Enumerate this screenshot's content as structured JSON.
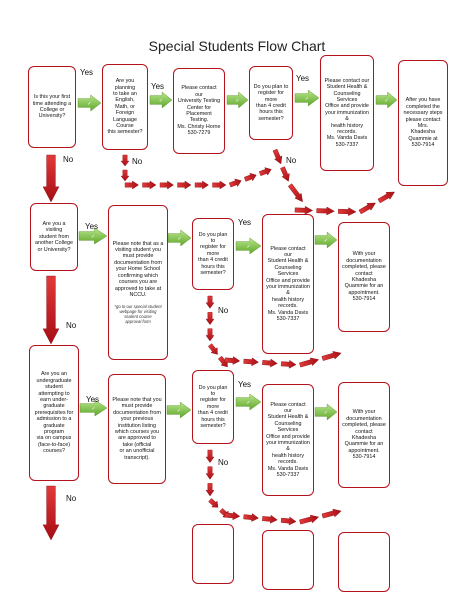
{
  "title": "Special Students Flow Chart",
  "labels": {
    "yes": "Yes",
    "no": "No"
  },
  "colors": {
    "box_border": "#b5121b",
    "yes_arrow": "#7cc142",
    "no_arrow": "#c8141e"
  },
  "nodes": {
    "q_first_time": "Is this your first\ntime attending a\nCollege or\nUniversity?",
    "q_english_math": "Are you planning\nto take an English,\nMath, or Foreign\nLanguage Course\nthis semester?",
    "contact_testing": "Please contact our\nUniversity Testing\nCenter for\nPlacement Testing.\nMs. Christy Horne\n530-7279",
    "q_credits_1": "Do you plan to\nregister for more\nthan 4 credit\nhours this\nsemester?",
    "contact_health_1": "Please contact our\nStudent Health &\nCounseling Services\nOffice and provide\nyour immunization &\nhealth history\nrecords.\nMs. Vanda Davis\n530-7337",
    "after_completed": "After you have\ncompleted the\nnecessary steps\nplease contact\nMrs.\nKhadesha\nQuammie at\n530-7914",
    "q_visiting": "Are you a visiting\nstudent from\nanother College\nor University?",
    "note_visiting": "Please note that as a\nvisiting student you\nmust provide\ndocumentation from\nyour Home School\nconfirming which\ncourses you are\napproved to take at\nNCCU.",
    "note_visiting_sub": "*go to our special student\nwebpage for visiting\nstudent course\napproval form",
    "q_credits_2": "Do you plan to\nregister for more\nthan 4 credit\nhours this\nsemester?",
    "contact_health_2": "Please contact our\nStudent Health &\nCounseling Services\nOffice and provide\nyour immunization &\nhealth history\nrecords.\nMs. Vanda Davis\n530-7337",
    "with_docs_2": "With your\ndocumentation\ncompleted, please\ncontact\nKhadesha\nQuammie for an\nappointment.\n530-7914",
    "q_undergrad": "Are you an\nundergraduate\nstudent\nattempting to\nearn under-\ngraduate\nprerequisites for\nadmission to a\ngraduate program\nvia on campus\n(face-to-face)\ncourses?",
    "note_undergrad": "Please note that you\nmust provide\ndocumentation from\nyour previous\ninstitution listing\nwhich courses you\nare approved to\ntake (official\nor an unofficial\ntranscript).",
    "q_credits_3": "Do you plan to\nregister for more\nthan 4 credit\nhours this\nsemester?",
    "contact_health_3": "Please contact our\nStudent Health &\nCounseling Services\nOffice and provide\nyour immunization &\nhealth history\nrecords.\nMs. Vanda Davis\n530-7337",
    "with_docs_3": "With your\ndocumentation\ncompleted, please\ncontact\nKhadesha\nQuammie for an\nappointment.\n530-7914"
  }
}
